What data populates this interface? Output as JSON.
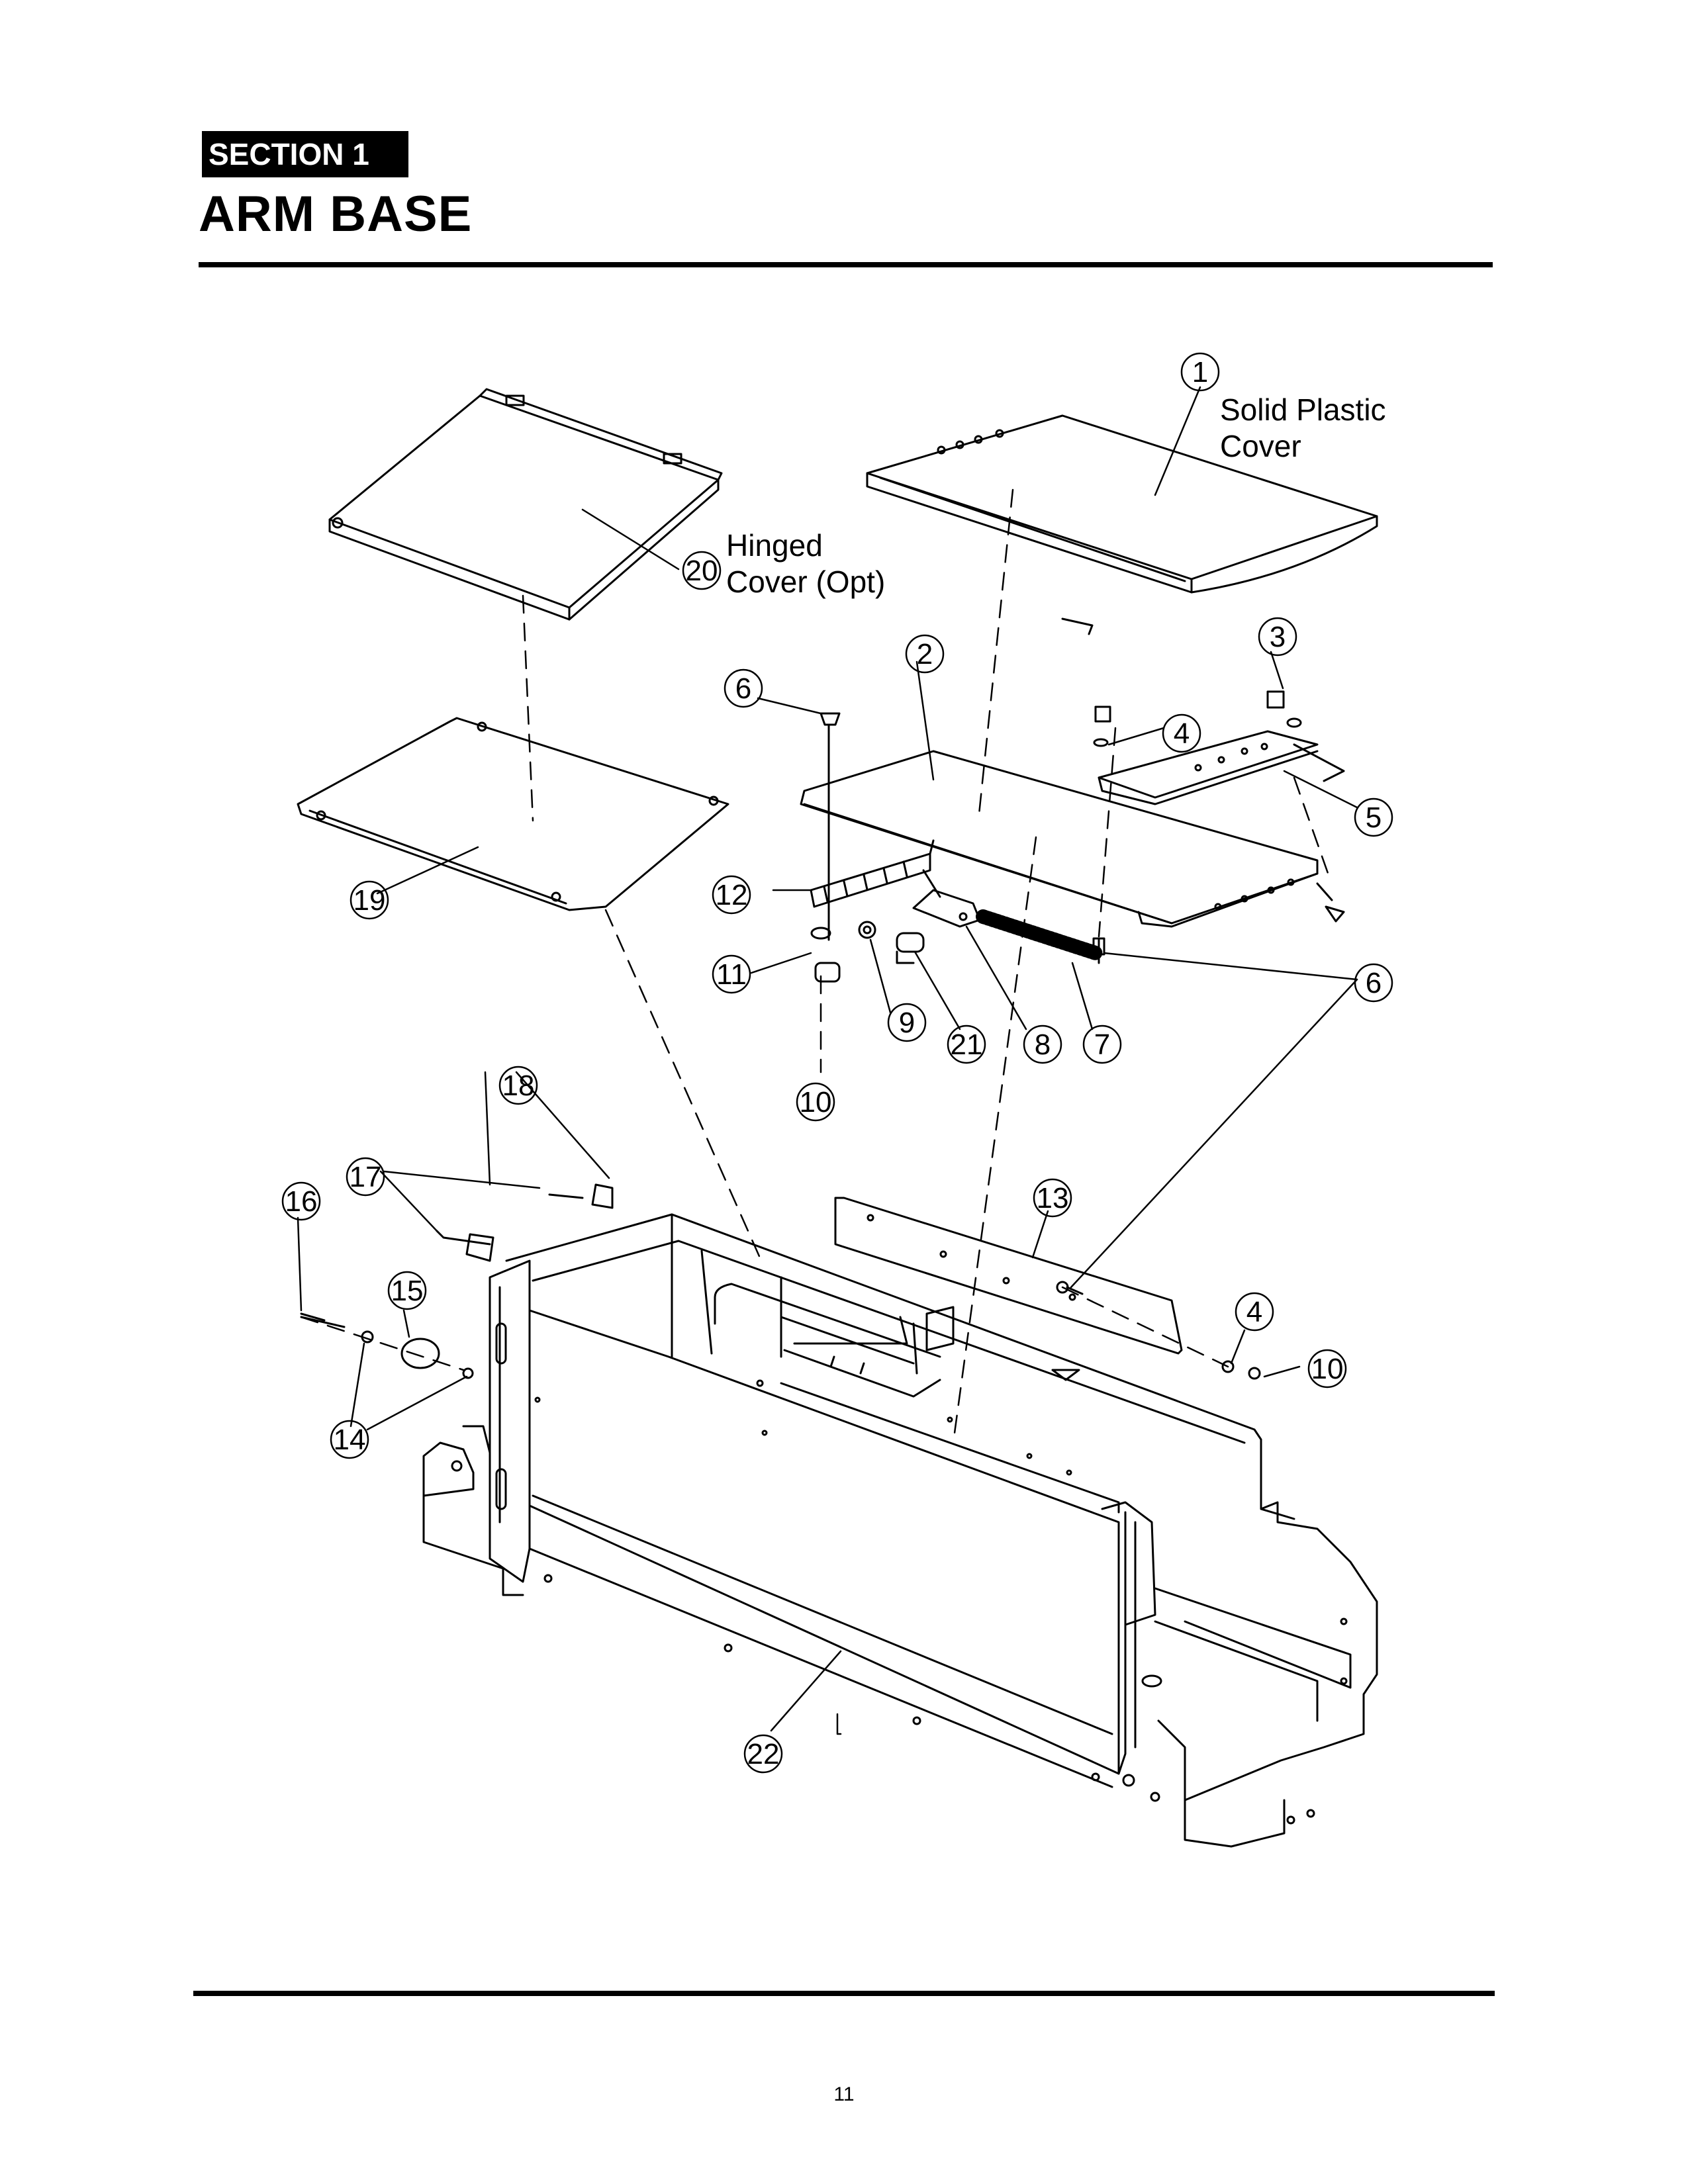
{
  "header": {
    "section": "SECTION 1",
    "title": "ARM BASE"
  },
  "callouts": {
    "c1": "1",
    "c2": "2",
    "c3": "3",
    "c4a": "4",
    "c4b": "4",
    "c5": "5",
    "c6a": "6",
    "c6b": "6",
    "c7": "7",
    "c8": "8",
    "c9": "9",
    "c10a": "10",
    "c10b": "10",
    "c11": "11",
    "c12": "12",
    "c13": "13",
    "c14": "14",
    "c15": "15",
    "c16": "16",
    "c17": "17",
    "c18": "18",
    "c19": "19",
    "c20": "20",
    "c21": "21",
    "c22": "22"
  },
  "labels": {
    "solid_line1": "Solid Plastic",
    "solid_line2": "Cover",
    "hinged_line1": "Hinged",
    "hinged_line2": "Cover (Opt)"
  },
  "footer": {
    "page_number": "11"
  }
}
